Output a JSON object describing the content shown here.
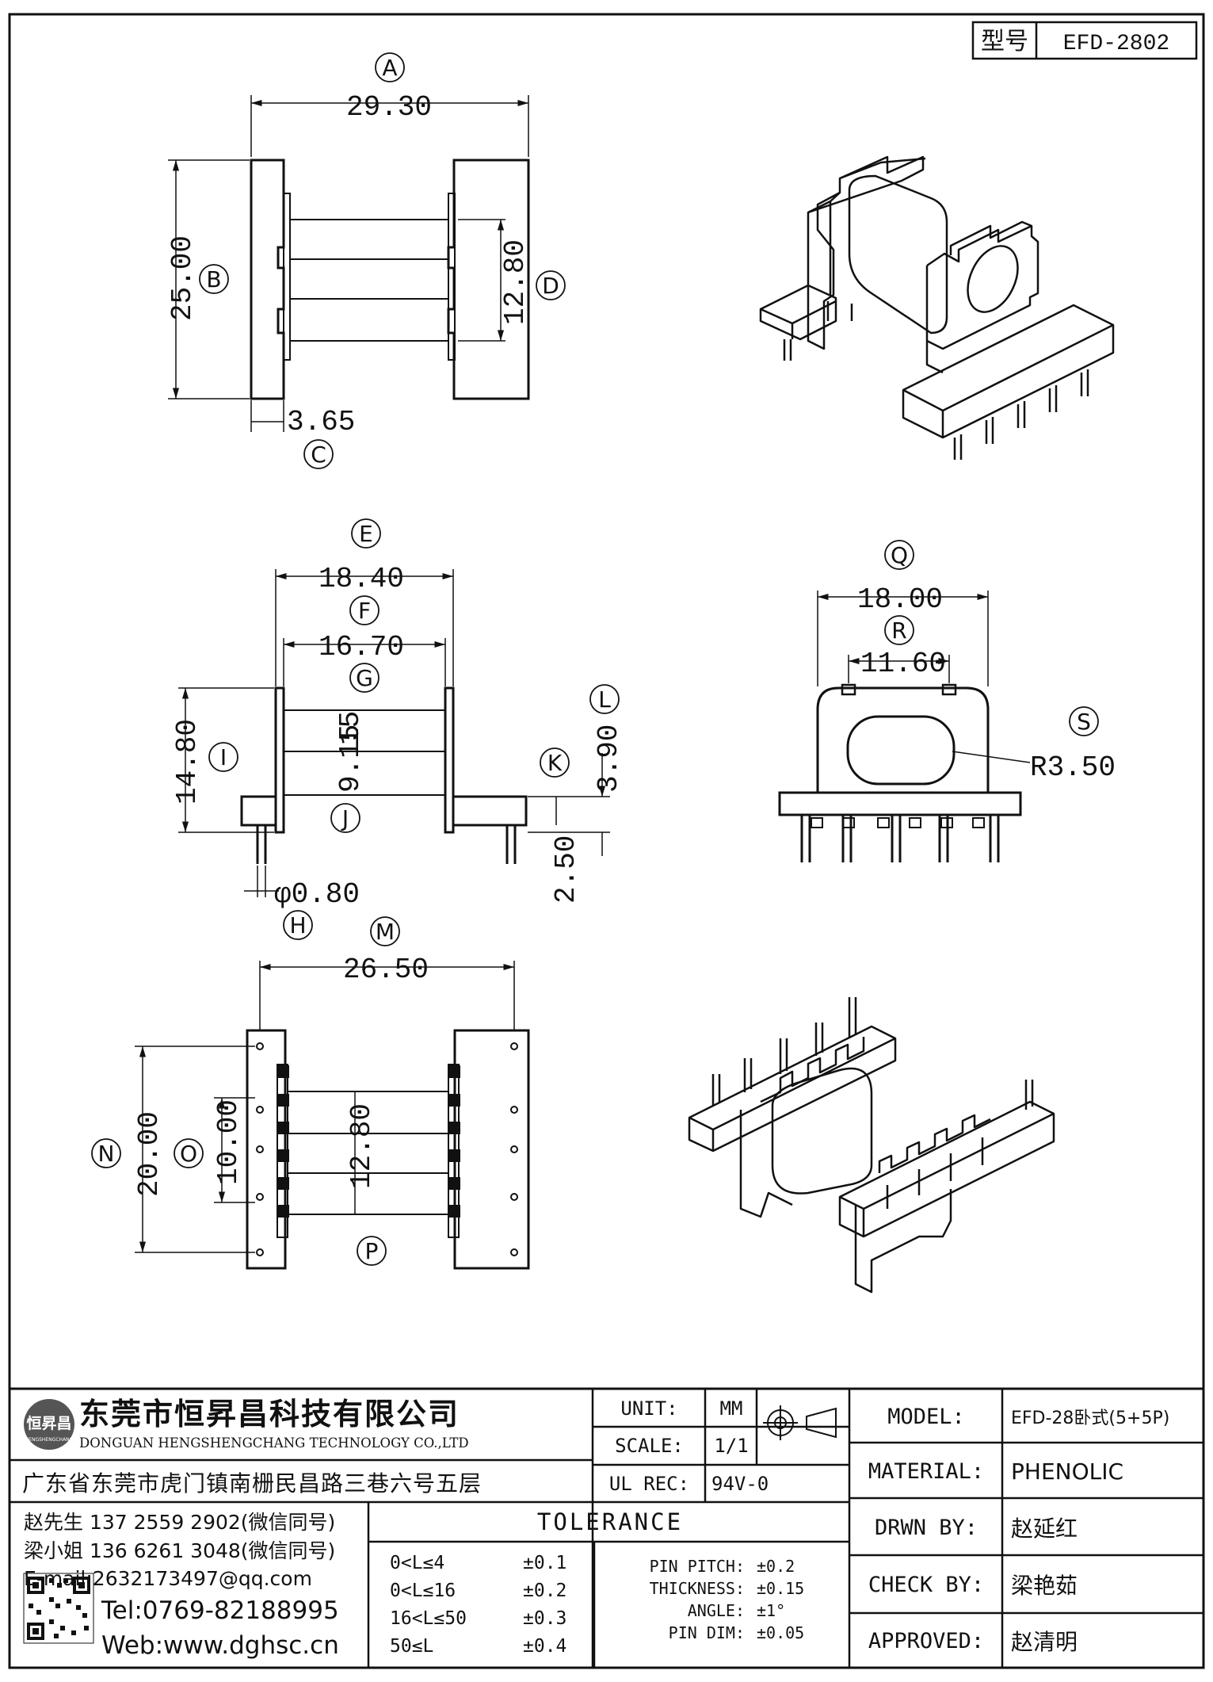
{
  "part": {
    "label": "型号",
    "value": "EFD-2802"
  },
  "dims": {
    "A": "29.30",
    "B": "25.00",
    "C": "3.65",
    "D": "12.80",
    "E": "18.40",
    "F": "16.70",
    "G": "15",
    "I": "14.80",
    "J": "9.15",
    "K": "2.50",
    "L": "3.90",
    "H": "φ0.80",
    "Q": "18.00",
    "R": "11.60",
    "S": "R3.50",
    "M": "26.50",
    "N": "20.00",
    "O": "10.00",
    "P": "12.80"
  },
  "letters": [
    "A",
    "B",
    "C",
    "D",
    "E",
    "F",
    "G",
    "H",
    "I",
    "J",
    "K",
    "L",
    "M",
    "N",
    "O",
    "P",
    "Q",
    "R",
    "S"
  ],
  "title_block": {
    "logo_text": "恒昇昌",
    "logo_sub": "HENGSHENGCHANG",
    "company_cn": "东莞市恒昇昌科技有限公司",
    "company_en": "DONGUAN HENGSHENGCHANG TECHNOLOGY CO.,LTD",
    "address": "广东省东莞市虎门镇南栅民昌路三巷六号五层",
    "contact1": "赵先生 137 2559 2902(微信同号)",
    "contact2": "梁小姐 136 6261 3048(微信同号)",
    "email": "E-mail:2632173497@qq.com",
    "tel": "Tel:0769-82188995",
    "web": "Web:www.dghsc.cn",
    "unit_label": "UNIT:",
    "unit_value": "MM",
    "scale_label": "SCALE:",
    "scale_value": "1/1",
    "ulrec_label": "UL REC:",
    "ulrec_value": "94V-0",
    "model_label": "MODEL:",
    "model_value": "EFD-28卧式(5+5P)",
    "material_label": "MATERIAL:",
    "material_value": "PHENOLIC",
    "drwn_label": "DRWN BY:",
    "drwn_value": "赵延红",
    "check_label": "CHECK BY:",
    "check_value": "梁艳茹",
    "approved_label": "APPROVED:",
    "approved_value": "赵清明",
    "tolerance_title": "TOLERANCE",
    "tol_rows": [
      {
        "range": "0<L≤4",
        "tol": "±0.1"
      },
      {
        "range": "0<L≤16",
        "tol": "±0.2"
      },
      {
        "range": "16<L≤50",
        "tol": "±0.3"
      },
      {
        "range": "50≤L",
        "tol": "±0.4"
      }
    ],
    "tol_specs": [
      {
        "name": "PIN PITCH:",
        "tol": "±0.2"
      },
      {
        "name": "THICKNESS:",
        "tol": "±0.15"
      },
      {
        "name": "ANGLE:",
        "tol": "±1°"
      },
      {
        "name": "PIN DIM:",
        "tol": "±0.05"
      }
    ]
  }
}
